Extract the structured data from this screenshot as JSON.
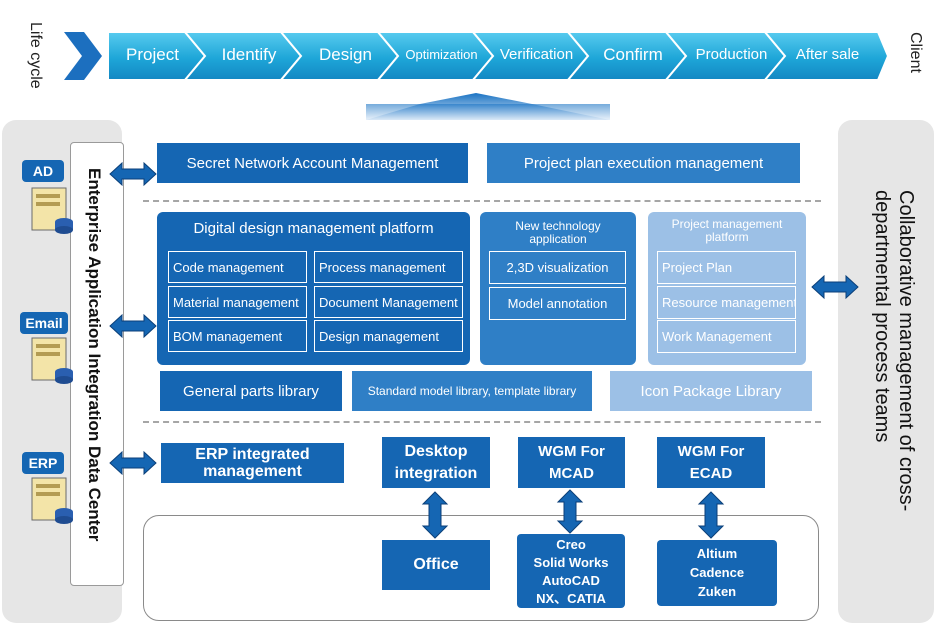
{
  "lifecycle": {
    "left_label": "Life cycle",
    "right_label": "Client",
    "stages": [
      "Project",
      "Identify",
      "Design",
      "Optimization",
      "Verification",
      "Confirm",
      "Production",
      "After sale"
    ]
  },
  "left_panel": {
    "title": "Enterprise Application Integration Data Center",
    "systems": [
      "AD",
      "Email",
      "ERP"
    ]
  },
  "right_panel": {
    "title": "Collaborative management of cross-departmental process teams"
  },
  "top_row": {
    "secret_network": "Secret Network Account Management",
    "project_plan_exec": "Project plan execution management"
  },
  "digital_platform": {
    "title": "Digital design management platform",
    "items": [
      "Code management",
      "Process management",
      "Material management",
      "Document Management",
      "BOM management",
      "Design management"
    ]
  },
  "new_tech": {
    "title": "New technology application",
    "items": [
      "2,3D visualization",
      "Model annotation"
    ]
  },
  "project_mgmt": {
    "title": "Project management platform",
    "items": [
      "Project Plan",
      "Resource management",
      "Work Management"
    ]
  },
  "libraries": {
    "general_parts": "General parts library",
    "standard_model": "Standard model library, template library",
    "icon_package": "Icon Package Library"
  },
  "integration": {
    "erp": "ERP integrated management",
    "desktop": "Desktop integration",
    "wgm_mcad": "WGM For MCAD",
    "wgm_ecad": "WGM For ECAD"
  },
  "tools": {
    "office": "Office",
    "mcad_tools": [
      "Creo",
      "Solid Works",
      "AutoCAD",
      "NX、CATIA"
    ],
    "ecad_tools": [
      "Altium",
      "Cadence",
      "Zuken"
    ]
  },
  "colors": {
    "dark_blue": "#1566b3",
    "mid_blue": "#2f7fc6",
    "light_blue": "#9cc0e6",
    "chevron_cyan": "#2ab1df",
    "gray_panel": "#e6e6e6"
  }
}
